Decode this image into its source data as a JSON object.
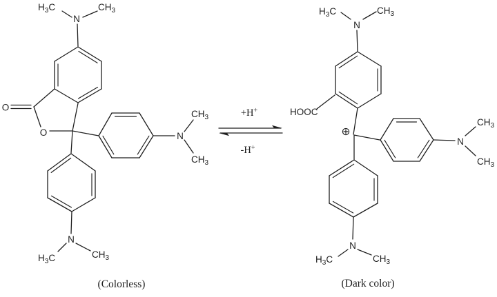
{
  "page": {
    "background": "#ffffff",
    "ink": "#1f1f1f"
  },
  "atoms": {
    "h3c": {
      "pre": "H",
      "sub": "3",
      "post": "C"
    },
    "ch3": {
      "pre": "CH",
      "sub": "3"
    },
    "n": "N",
    "o": "O",
    "hooc": "HOOC"
  },
  "reaction": {
    "forward_label": {
      "main": "+H",
      "sup": "+"
    },
    "reverse_label": {
      "main": "-H",
      "sup": "+"
    }
  },
  "molecules": {
    "left": {
      "caption": "(Colorless)"
    },
    "right": {
      "caption": "(Dark color)"
    }
  },
  "icons": {
    "positive_charge": "circled-plus"
  }
}
